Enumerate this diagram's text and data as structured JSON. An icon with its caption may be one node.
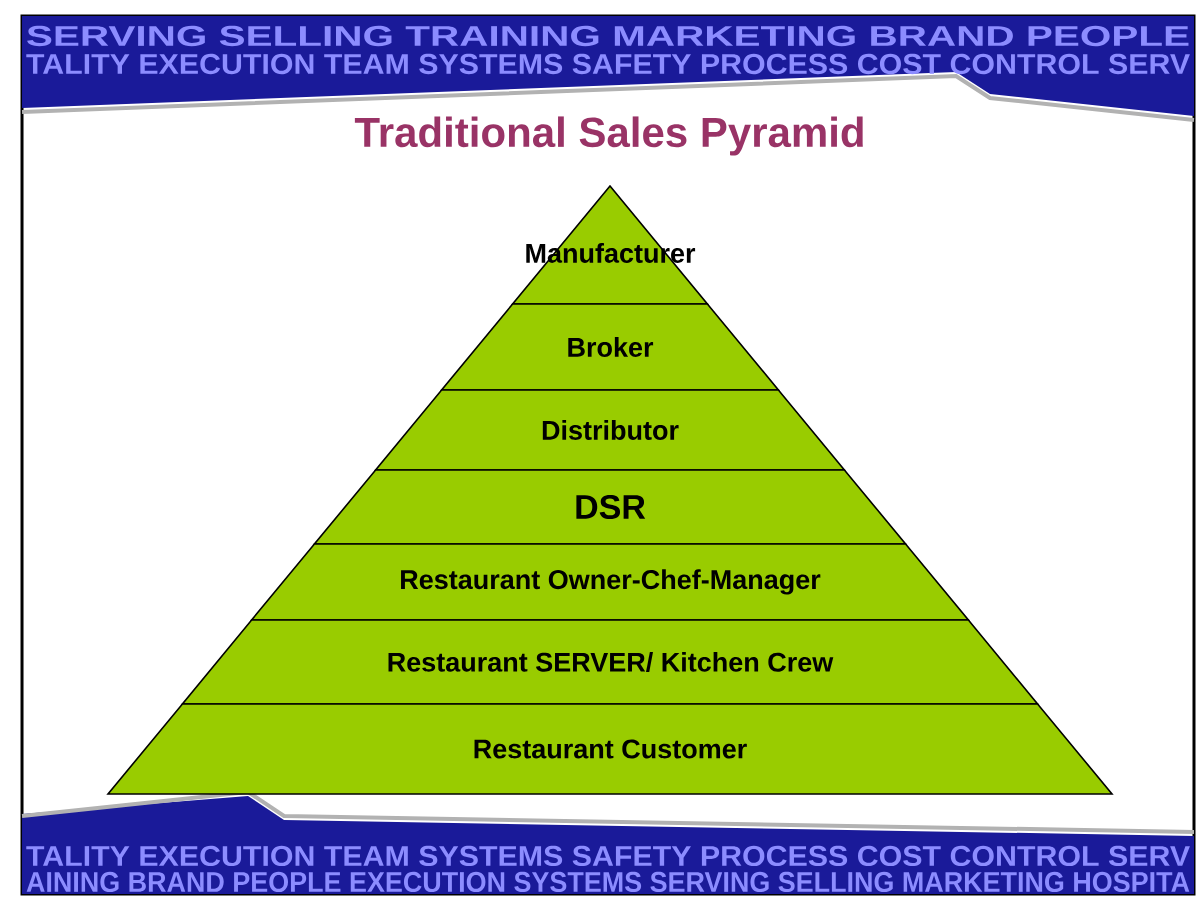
{
  "diagram": {
    "title": "Traditional Sales Pyramid",
    "nodes": [
      {
        "text": [
          "Manufacturer"
        ]
      },
      {
        "text": [
          "Broker"
        ]
      },
      {
        "text": [
          "Distributor"
        ]
      },
      {
        "text": [
          "DSR"
        ]
      },
      {
        "text": [
          "Restaurant  Owner-Chef-Manager"
        ]
      },
      {
        "text": [
          "Restaurant SERVER/ Kitchen Crew"
        ]
      },
      {
        "text": [
          "Restaurant Customer"
        ]
      }
    ],
    "labels": [
      "SERVING SELLING TRAINING MARKETING BRAND PEOPLE",
      "TALITY EXECUTION  TEAM  SYSTEMS  SAFETY  PROCESS  COST CONTROL SERV",
      "TALITY EXECUTION  TEAM  SYSTEMS  SAFETY  PROCESS  COST CONTROL SERV",
      "AINING BRAND PEOPLE EXECUTION SYSTEMS SERVING SELLING MARKETING HOSPITA"
    ]
  }
}
